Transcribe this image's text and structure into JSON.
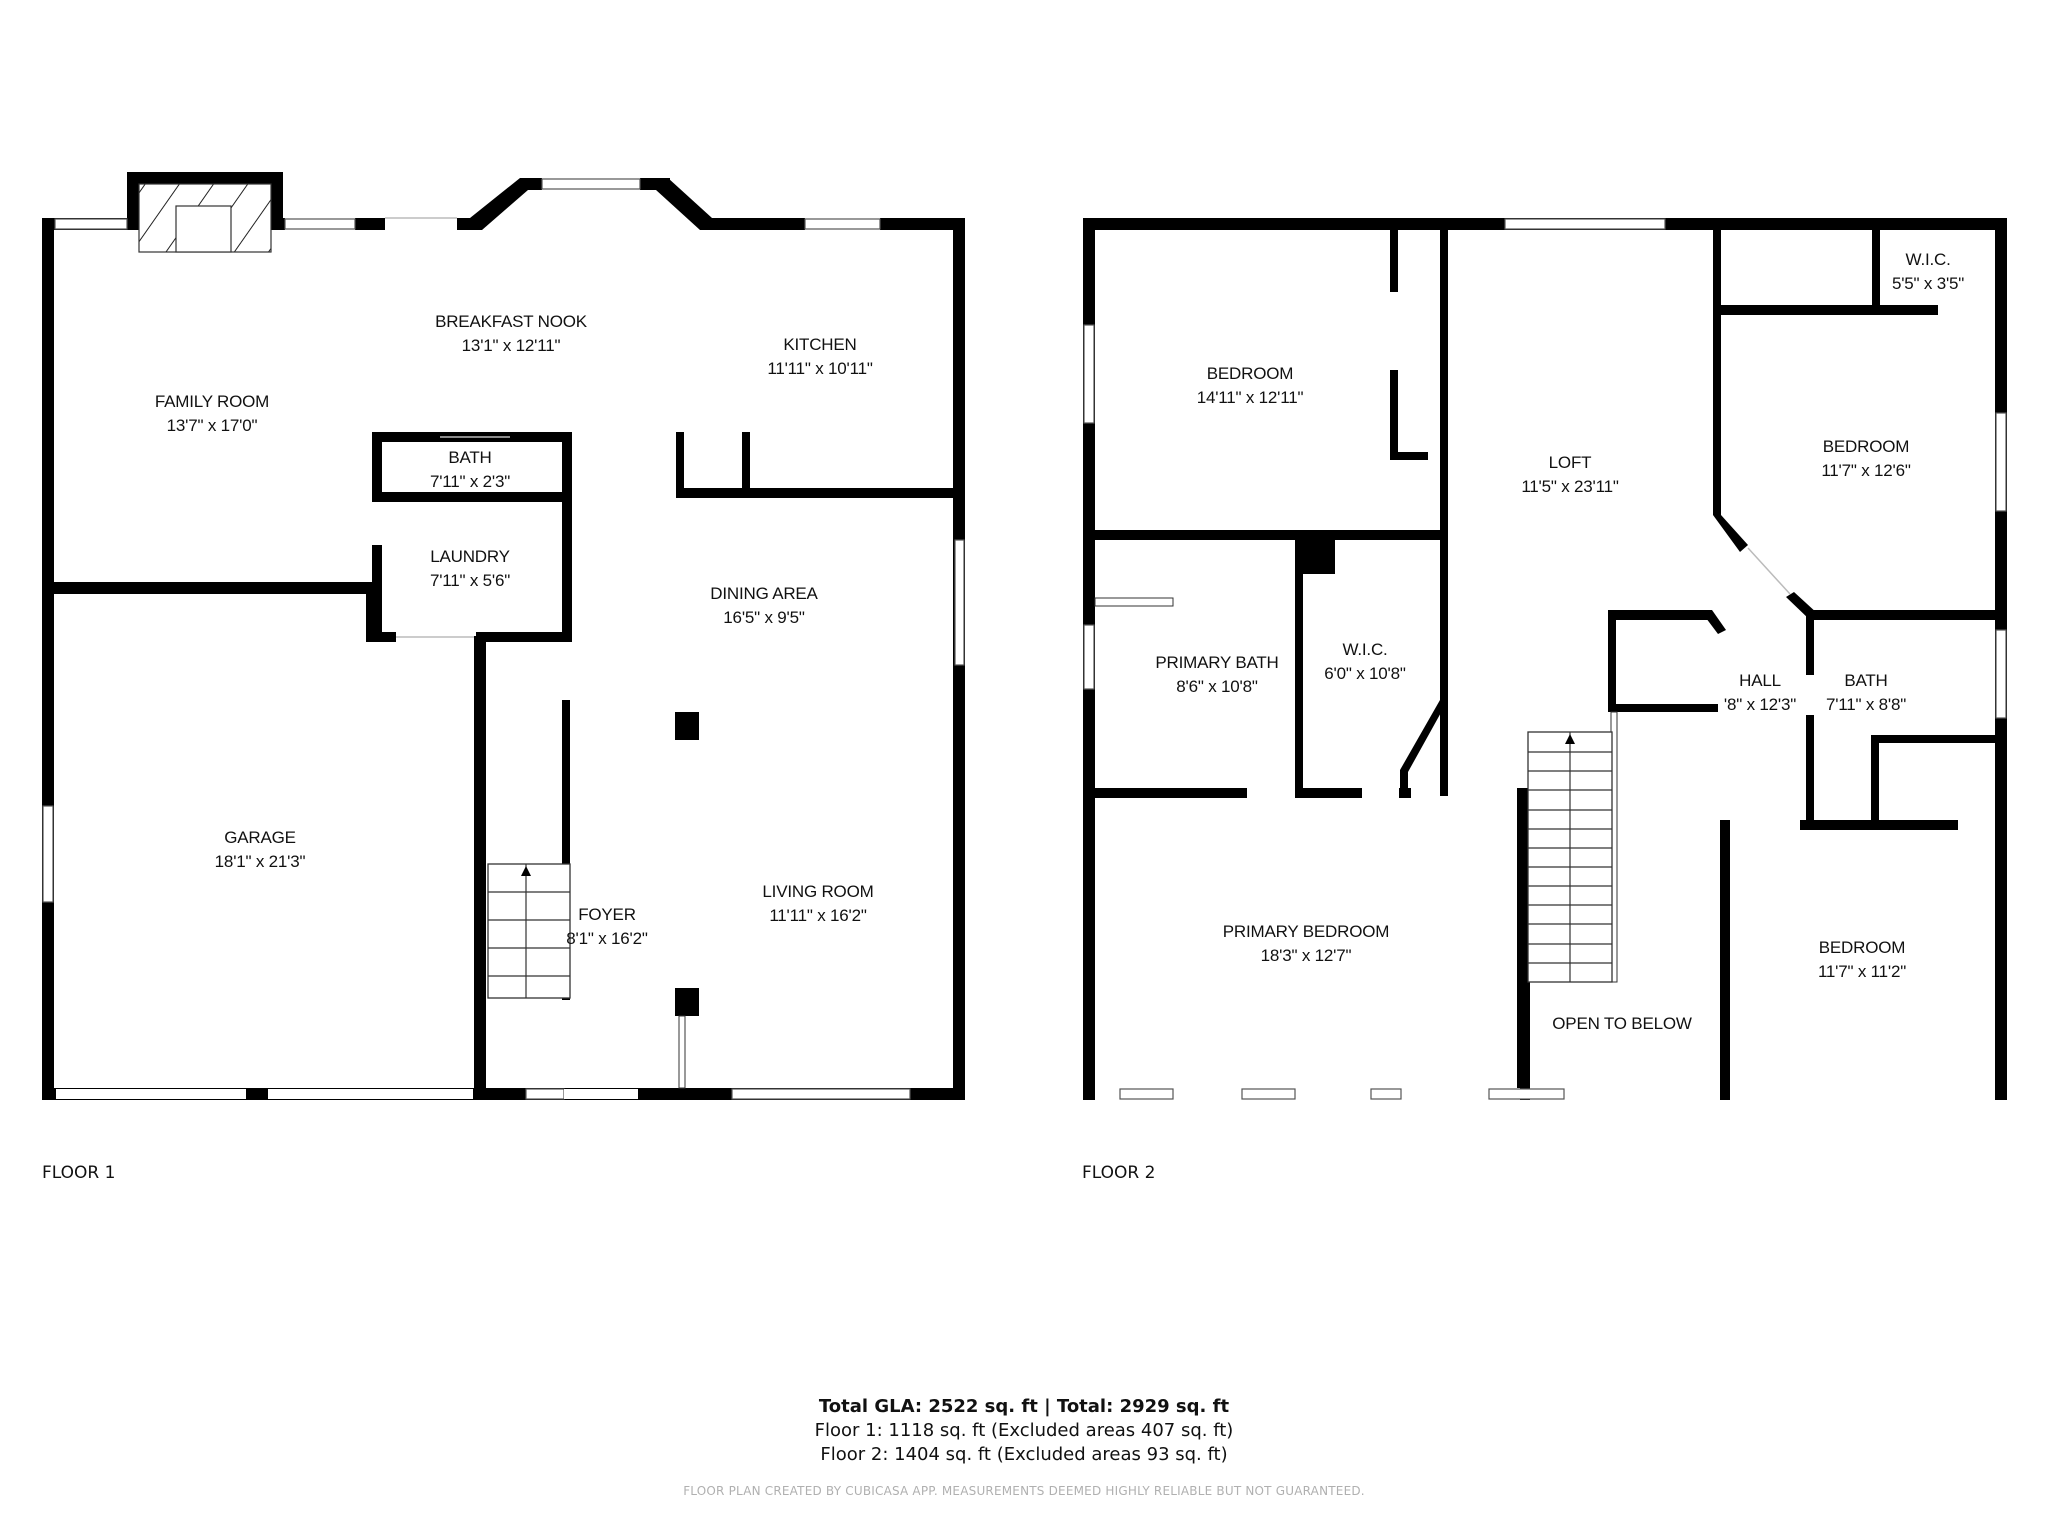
{
  "floors": [
    {
      "label": "FLOOR 1",
      "rooms": [
        {
          "name": "FAMILY ROOM",
          "dims": "13'7\" x 17'0\""
        },
        {
          "name": "BREAKFAST NOOK",
          "dims": "13'1\" x 12'11\""
        },
        {
          "name": "KITCHEN",
          "dims": "11'11\" x 10'11\""
        },
        {
          "name": "BATH",
          "dims": "7'11\" x 2'3\""
        },
        {
          "name": "LAUNDRY",
          "dims": "7'11\" x 5'6\""
        },
        {
          "name": "DINING AREA",
          "dims": "16'5\" x 9'5\""
        },
        {
          "name": "GARAGE",
          "dims": "18'1\" x 21'3\""
        },
        {
          "name": "FOYER",
          "dims": "8'1\" x 16'2\""
        },
        {
          "name": "LIVING ROOM",
          "dims": "11'11\" x 16'2\""
        }
      ]
    },
    {
      "label": "FLOOR 2",
      "rooms": [
        {
          "name": "BEDROOM",
          "dims": "14'11\" x 12'11\""
        },
        {
          "name": "LOFT",
          "dims": "11'5\" x 23'11\""
        },
        {
          "name": "W.I.C.",
          "dims": "5'5\" x 3'5\""
        },
        {
          "name": "BEDROOM",
          "dims": "11'7\" x 12'6\""
        },
        {
          "name": "PRIMARY BATH",
          "dims": "8'6\" x 10'8\""
        },
        {
          "name": "W.I.C.",
          "dims": "6'0\" x 10'8\""
        },
        {
          "name": "HALL",
          "dims": "'8\" x 12'3\""
        },
        {
          "name": "BATH",
          "dims": "7'11\" x 8'8\""
        },
        {
          "name": "PRIMARY BEDROOM",
          "dims": "18'3\" x 12'7\""
        },
        {
          "name": "OPEN TO BELOW",
          "dims": ""
        },
        {
          "name": "BEDROOM",
          "dims": "11'7\" x 11'2\""
        }
      ]
    }
  ],
  "summary": {
    "total_line": "Total GLA: 2522 sq. ft | Total: 2929 sq. ft",
    "floor1_line": "Floor 1: 1118 sq. ft (Excluded areas 407 sq. ft)",
    "floor2_line": "Floor 2: 1404 sq. ft (Excluded areas 93 sq. ft)"
  },
  "disclaimer": "FLOOR PLAN CREATED BY CUBICASA APP. MEASUREMENTS DEEMED HIGHLY RELIABLE BUT NOT GUARANTEED.",
  "colors": {
    "wall": "#000000",
    "background": "#ffffff",
    "disclaimer": "#b0b0b0"
  }
}
